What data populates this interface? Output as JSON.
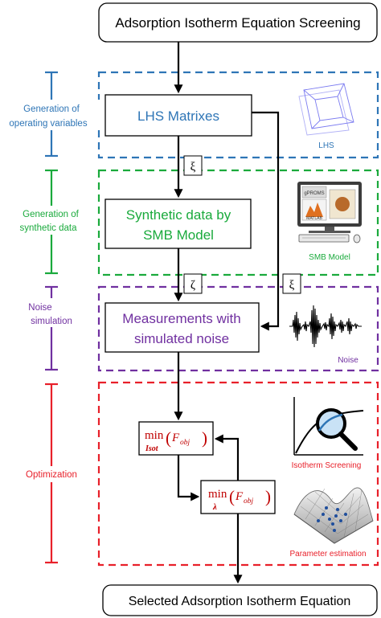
{
  "top_box": "Adsorption Isotherm Equation Screening",
  "bottom_box": "Selected Adsorption Isotherm Equation",
  "stages": [
    {
      "label_line1": "Generation of",
      "label_line2": "operating variables",
      "color": "#2e75b6"
    },
    {
      "label_line1": "Generation of",
      "label_line2": "synthetic data",
      "color": "#1aaa3c"
    },
    {
      "label_line1": "Noise",
      "label_line2": "simulation",
      "color": "#7030a0"
    },
    {
      "label_line1": "Optimization",
      "label_line2": "",
      "color": "#e8202a"
    }
  ],
  "boxes": {
    "lhs": "LHS Matrixes",
    "smb_line1": "Synthetic data by",
    "smb_line2": "SMB Model",
    "meas_line1": "Measurements with",
    "meas_line2": "simulated noise"
  },
  "symbols": {
    "xi": "ξ",
    "zeta": "ζ",
    "xi_side": "ξ"
  },
  "optimization": {
    "min1_min": "min",
    "min1_sub": "Isot",
    "min1_F": "F",
    "min1_Fsub": "obj",
    "min2_min": "min",
    "min2_sub": "λ",
    "min2_F": "F",
    "min2_Fsub": "obj"
  },
  "captions": {
    "lhs": "LHS",
    "smb": "SMB Model",
    "noise": "Noise",
    "isotherm": "Isotherm Screening",
    "param": "Parameter estimation"
  },
  "icons": {
    "screen_labels": [
      "gPROMS",
      "MATLAB"
    ]
  }
}
